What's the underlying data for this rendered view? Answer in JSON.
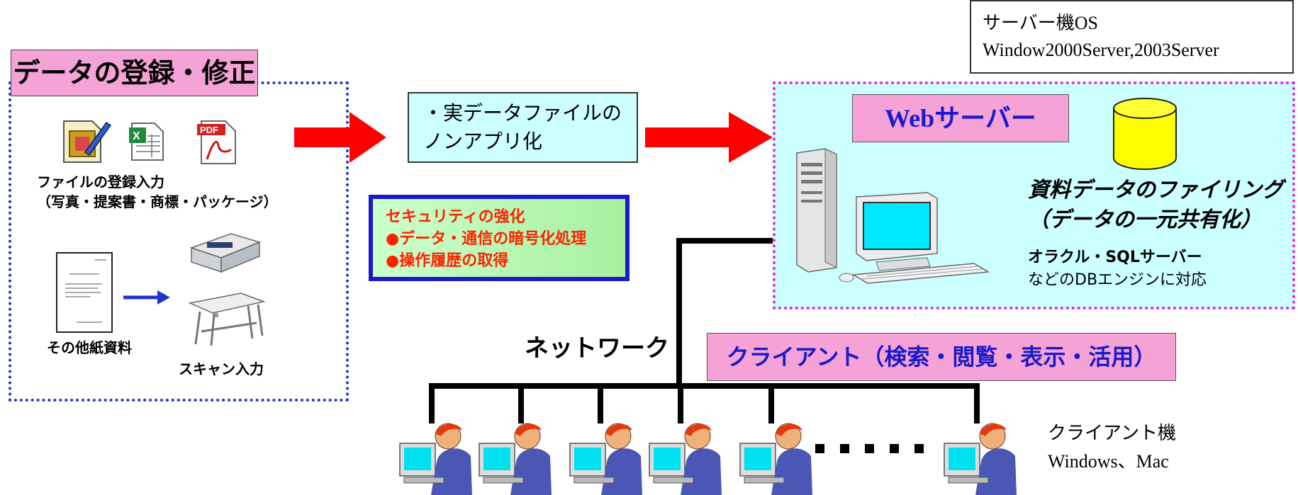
{
  "registration": {
    "title": "データの登録・修正",
    "file_caption_line1": "ファイルの登録入力",
    "file_caption_line2": "（写真・提案書・商標・パッケージ）",
    "paper_caption": "その他紙資料",
    "scan_caption": "スキャン入力",
    "pdf_label": "PDF"
  },
  "nonapp": {
    "line1": "・実データファイルの",
    "line2": "ノンアプリ化"
  },
  "security": {
    "line1": "セキュリティの強化",
    "line2": "●データ・通信の暗号化処理",
    "line3": "●操作履歴の取得"
  },
  "server_os": {
    "line1": "サーバー機OS",
    "line2": "Window2000Server,2003Server"
  },
  "web_server": {
    "label": "Webサーバー",
    "filing_line1": "資料データのファイリング",
    "filing_line2": "（データの一元共有化）",
    "db_line1": "オラクル・SQLサーバー",
    "db_line2": "などのDBエンジンに対応"
  },
  "network_label": "ネットワーク",
  "client_label": "クライアント（検索・閲覧・表示・活用）",
  "client_machine": {
    "line1": "クライアント機",
    "line2": "Windows、Mac"
  },
  "colors": {
    "arrow": "#ff0000",
    "label_pink": "#f5a3d6",
    "server_bg": "#ccffff",
    "security_text": "#ff2200",
    "blue_text": "#1a1acc"
  }
}
